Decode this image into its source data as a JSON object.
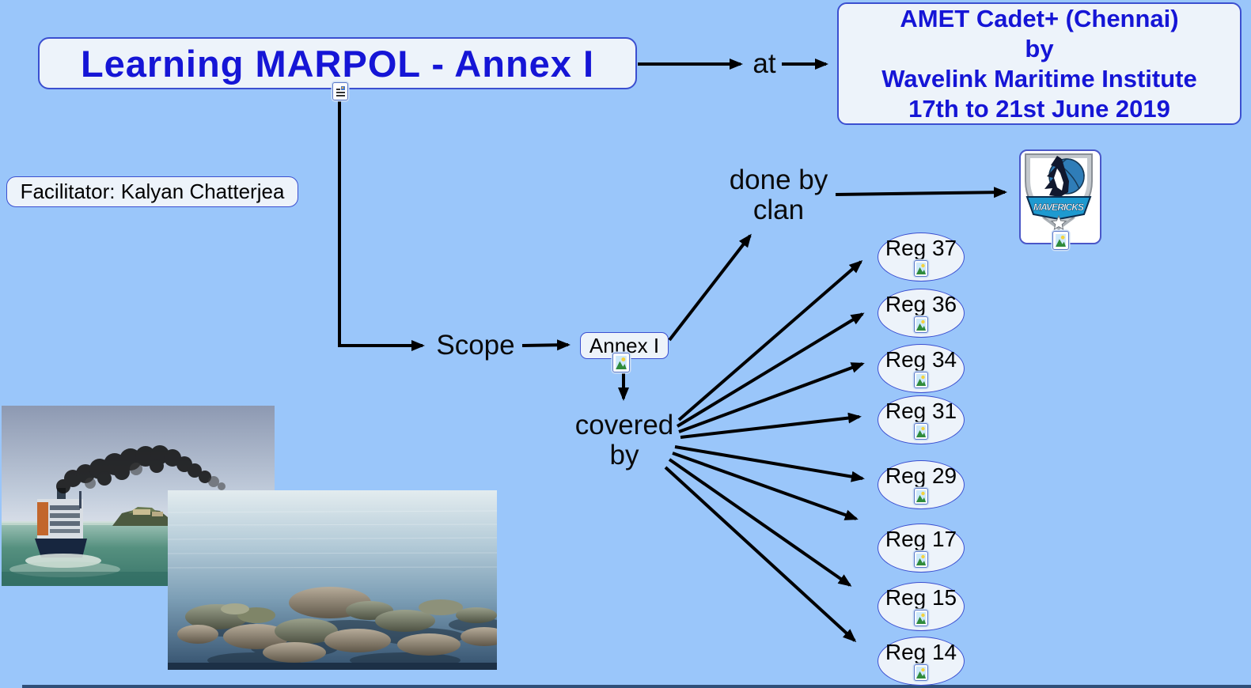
{
  "diagram": {
    "title": "Learning MARPOL - Annex I",
    "facilitator": "Facilitator: Kalyan Chatterjea",
    "venue": {
      "line1": "AMET Cadet+ (Chennai)",
      "line2": "by",
      "line3": "Wavelink Maritime Institute",
      "line4": "17th to 21st June 2019"
    },
    "links": {
      "at": "at",
      "scope": "Scope",
      "done_by_clan": "done by\nclan",
      "covered_by": "covered\nby"
    },
    "annex": {
      "label": "Annex I"
    },
    "regs": [
      {
        "label": "Reg 37"
      },
      {
        "label": "Reg 36"
      },
      {
        "label": "Reg 34"
      },
      {
        "label": "Reg 31"
      },
      {
        "label": "Reg 29"
      },
      {
        "label": "Reg 17"
      },
      {
        "label": "Reg 15"
      },
      {
        "label": "Reg 14"
      }
    ],
    "logo": {
      "team": "MAVERICKS"
    }
  },
  "icons": {
    "note": "text-note-resource-icon",
    "image": "image-resource-icon"
  },
  "colors": {
    "background": "#9ac6fa",
    "node_fill": "#edf3fa",
    "node_border": "#3b4fd0",
    "heading_text": "#1515d6",
    "body_text": "#000000",
    "arrow": "#000000",
    "logo_blue": "#1e9ad0",
    "logo_navy": "#11182e"
  }
}
